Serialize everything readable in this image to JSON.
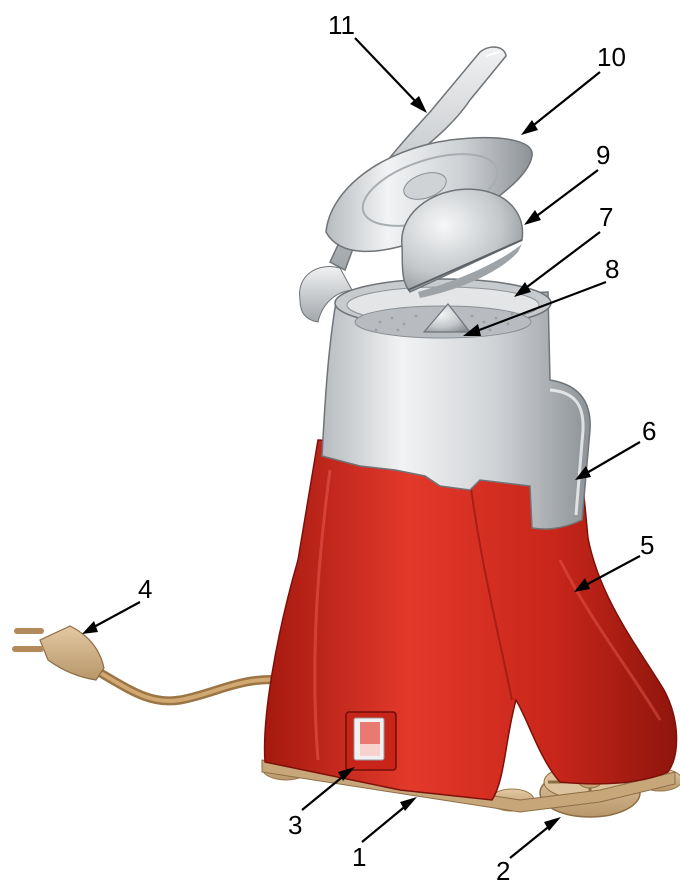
{
  "diagram": {
    "colors": {
      "body_red": "#d42a1e",
      "body_red_dark": "#9e1a12",
      "silver": "#d9dcde",
      "silver_dark": "#9fa4a8",
      "beige": "#d7b98f",
      "beige_dark": "#a98a5e",
      "cord": "#b68a55"
    },
    "callouts": [
      {
        "id": "c1",
        "label": "1"
      },
      {
        "id": "c2",
        "label": "2"
      },
      {
        "id": "c3",
        "label": "3"
      },
      {
        "id": "c4",
        "label": "4"
      },
      {
        "id": "c5",
        "label": "5"
      },
      {
        "id": "c6",
        "label": "6"
      },
      {
        "id": "c7",
        "label": "7"
      },
      {
        "id": "c8",
        "label": "8"
      },
      {
        "id": "c9",
        "label": "9"
      },
      {
        "id": "c10",
        "label": "10"
      },
      {
        "id": "c11",
        "label": "11"
      }
    ]
  }
}
